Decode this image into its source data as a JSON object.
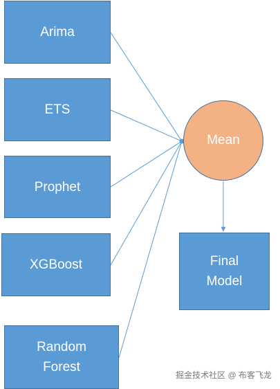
{
  "diagram": {
    "inputs": [
      {
        "id": "arima",
        "label": "Arima"
      },
      {
        "id": "ets",
        "label": "ETS"
      },
      {
        "id": "prophet",
        "label": "Prophet"
      },
      {
        "id": "xgboost",
        "label": "XGBoost"
      },
      {
        "id": "random-forest",
        "label": "Random\nForest"
      }
    ],
    "aggregator": {
      "label": "Mean"
    },
    "output": {
      "label": "Final\nModel"
    }
  },
  "colors": {
    "box_fill": "#5b9bd5",
    "box_border": "#41719c",
    "circle_fill": "#f4b183",
    "connector": "#5b9bd5"
  },
  "watermark": "掘金技术社区 @ 布客飞龙"
}
